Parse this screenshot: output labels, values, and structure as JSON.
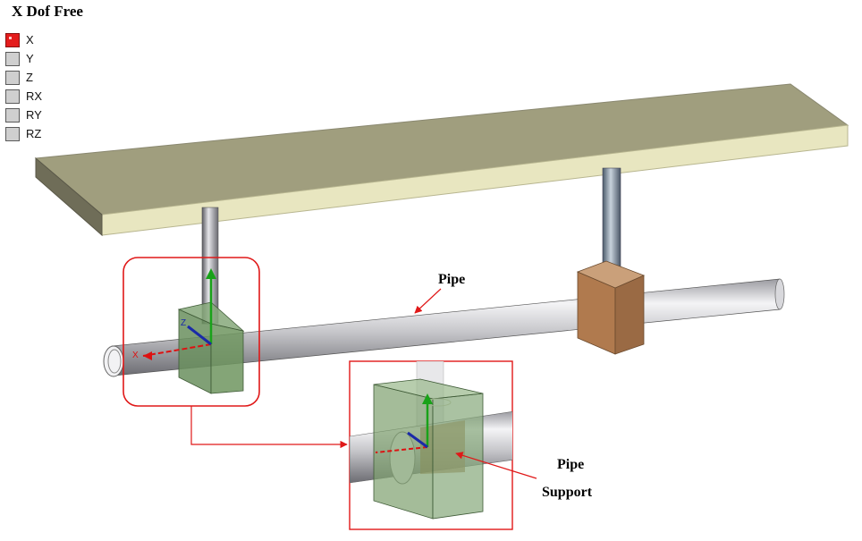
{
  "panel": {
    "title": "X Dof Free",
    "items": [
      {
        "label": "X",
        "checked": true
      },
      {
        "label": "Y",
        "checked": false
      },
      {
        "label": "Z",
        "checked": false
      },
      {
        "label": "RX",
        "checked": false
      },
      {
        "label": "RY",
        "checked": false
      },
      {
        "label": "RZ",
        "checked": false
      }
    ]
  },
  "annotations": {
    "pipe": "Pipe",
    "support_line1": "Pipe",
    "support_line2": "Support"
  },
  "triad": {
    "x_label": "X",
    "z_label": "Z"
  },
  "colors": {
    "slab_top": "#a09e7e",
    "slab_front": "#e8e6c0",
    "slab_side": "#6f6d58",
    "support_green": "#6a8f5e",
    "support_brown": "#b07a4e",
    "pipe": "#c8c8cc",
    "highlight": "#e01818"
  }
}
